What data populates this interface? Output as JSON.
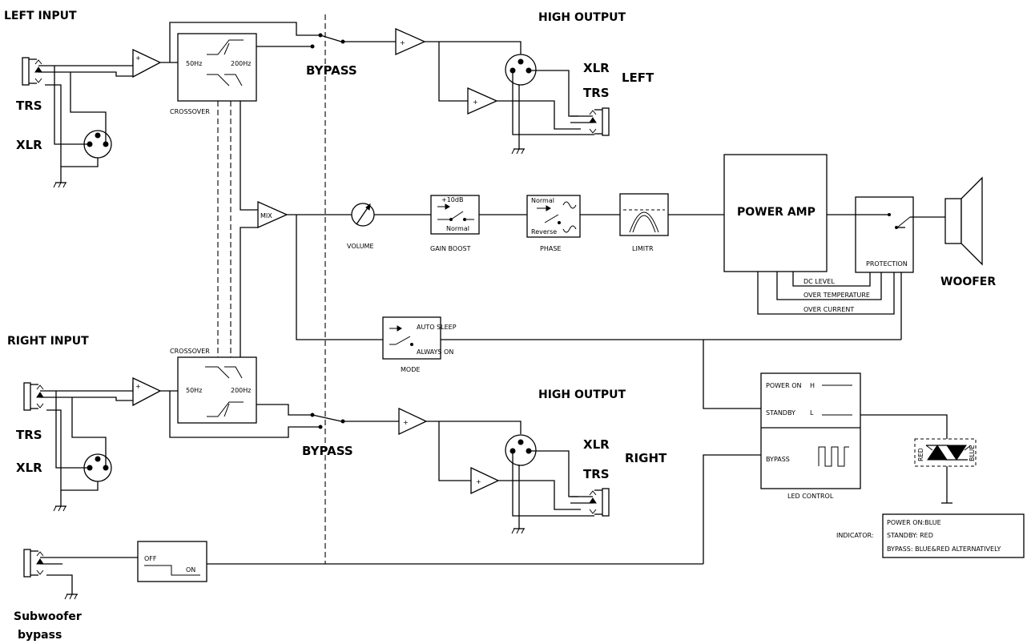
{
  "inputs": {
    "left_title": "LEFT INPUT",
    "right_title": "RIGHT INPUT",
    "trs": "TRS",
    "xlr": "XLR"
  },
  "crossover": {
    "label": "CROSSOVER",
    "freq_low": "50Hz",
    "freq_high": "200Hz"
  },
  "bypass_label": "BYPASS",
  "high_output": {
    "title": "HIGH OUTPUT",
    "xlr": "XLR",
    "trs": "TRS",
    "left": "LEFT",
    "right": "RIGHT"
  },
  "chain": {
    "mix": "MIX",
    "volume": "VOLUME",
    "gain_boost": "GAIN BOOST",
    "gain_plus": "+10dB",
    "gain_normal": "Normal",
    "phase": "PHASE",
    "phase_normal": "Normal",
    "phase_reverse": "Reverse",
    "limiter": "LIMITR",
    "power_amp": "POWER AMP",
    "protection": "PROTECTION",
    "woofer": "WOOFER"
  },
  "protection_signals": {
    "dc_level": "DC LEVEL",
    "over_temperature": "OVER TEMPERATURE",
    "over_current": "OVER CURRENT"
  },
  "mode": {
    "label": "MODE",
    "auto_sleep": "AUTO SLEEP",
    "always_on": "ALWAYS ON"
  },
  "led_control": {
    "label": "LED CONTROL",
    "power_on": "POWER ON",
    "h": "H",
    "standby": "STANDBY",
    "l": "L",
    "bypass": "BYPASS",
    "red": "RED",
    "blue": "BLUE"
  },
  "indicator": {
    "label": "INDICATOR:",
    "lines": [
      "POWER ON:BLUE",
      "STANDBY: RED",
      "BYPASS: BLUE&RED ALTERNATIVELY"
    ]
  },
  "sub_switch": {
    "off": "OFF",
    "on": "ON"
  },
  "subwoofer_bypass": {
    "line1": "Subwoofer",
    "line2": "bypass"
  },
  "opamp_plus": "+"
}
